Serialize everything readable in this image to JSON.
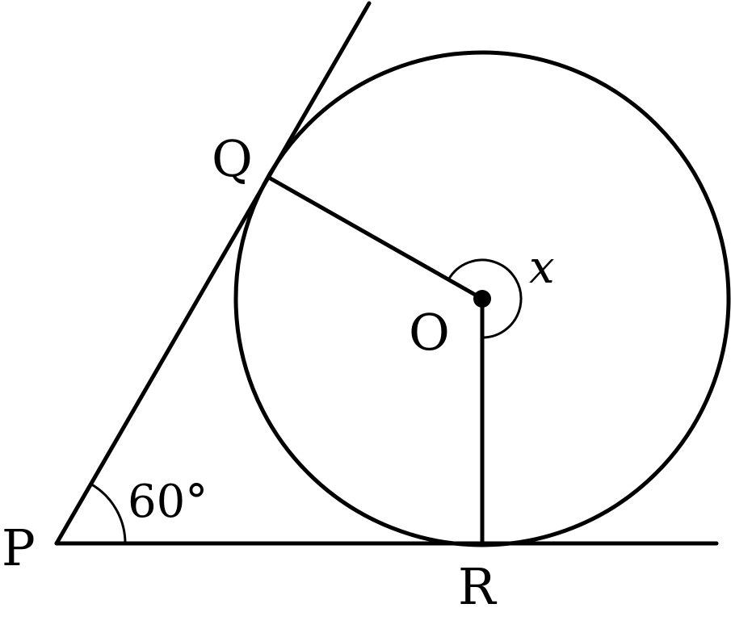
{
  "points": {
    "P": "P",
    "Q": "Q",
    "R": "R",
    "O": "O"
  },
  "angles": {
    "at_P": "60°",
    "at_O": "x"
  },
  "colors": {
    "stroke": "#000000",
    "background": "#ffffff"
  }
}
